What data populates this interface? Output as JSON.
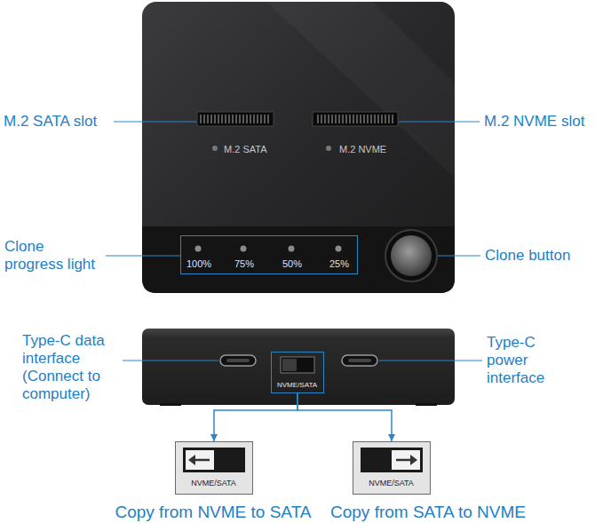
{
  "diagram": {
    "nodes": [
      {
        "text": [
          "M.2 SATA",
          "M.2 NVME"
        ]
      },
      {
        "text": [
          "100%",
          "75%",
          "50%",
          "25%"
        ],
        "in": 0
      },
      {
        "text": [
          "NVME/SATA"
        ]
      },
      {
        "text": [
          "NVME/SATA"
        ]
      },
      {
        "text": [
          "NVME/SATA"
        ]
      }
    ],
    "edges": [
      {
        "from": 2,
        "to": 3,
        "arrow": "to"
      },
      {
        "from": 2,
        "to": 4,
        "arrow": "to"
      }
    ],
    "labels": [
      "M.2 SATA slot",
      "M.2 NVME slot",
      "Clone progress light",
      "Clone button",
      "Type-C data interface (Connect to computer)",
      "Type-C power interface",
      "Copy from NVME to SATA",
      "Copy from SATA to NVME"
    ]
  }
}
